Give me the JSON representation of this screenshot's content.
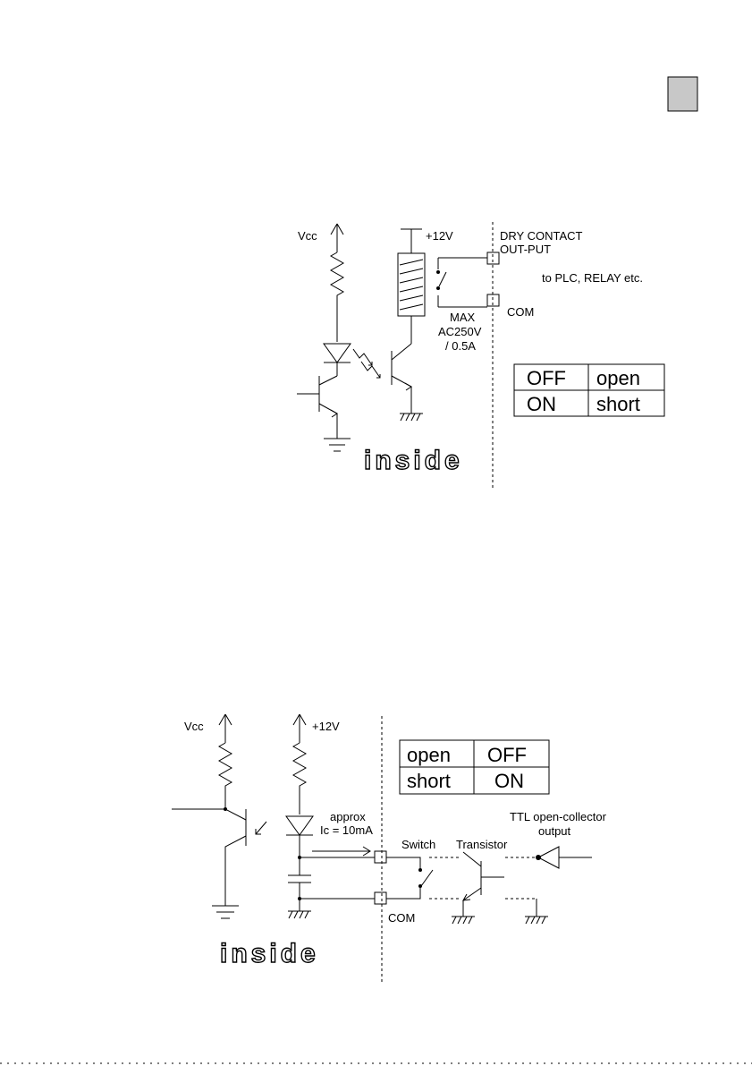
{
  "page_tab": {
    "color": "#c8c8c8"
  },
  "top_circuit": {
    "vcc": "Vcc",
    "v12": "+12V",
    "dry_contact_1": "DRY CONTACT",
    "dry_contact_2": "OUT-PUT",
    "to_plc": "to  PLC, RELAY etc.",
    "com": "COM",
    "max_1": "MAX",
    "max_2": "AC250V",
    "max_3": "/ 0.5A",
    "inside": "inside",
    "table": [
      [
        "OFF",
        "open"
      ],
      [
        "ON",
        "short"
      ]
    ]
  },
  "bottom_circuit": {
    "vcc": "Vcc",
    "v12": "+12V",
    "table": [
      [
        "open",
        "OFF"
      ],
      [
        "short",
        "ON"
      ]
    ],
    "approx_1": "approx",
    "approx_2": "Ic = 10mA",
    "ttl_1": "TTL open-collector",
    "ttl_2": "output",
    "switch": "Switch",
    "transistor": "Transistor",
    "com": "COM",
    "inside": "inside"
  }
}
